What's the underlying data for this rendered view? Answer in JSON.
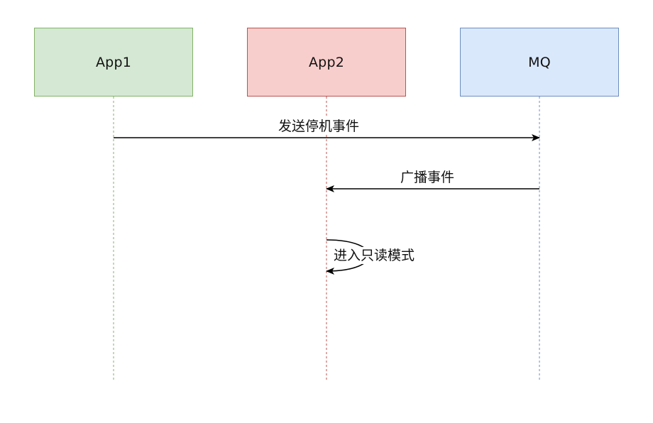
{
  "participants": [
    {
      "id": "app1",
      "label": "App1",
      "fill": "#d5e8d4",
      "stroke": "#82b366"
    },
    {
      "id": "app2",
      "label": "App2",
      "fill": "#f8cecc",
      "stroke": "#b85450"
    },
    {
      "id": "mq",
      "label": "MQ",
      "fill": "#dae8fc",
      "stroke": "#6c8ebf"
    }
  ],
  "messages": [
    {
      "from": "App1",
      "to": "MQ",
      "label": "发送停机事件"
    },
    {
      "from": "MQ",
      "to": "App2",
      "label": "广播事件"
    },
    {
      "from": "App2",
      "to": "App2",
      "label": "进入只读模式"
    }
  ],
  "colors": {
    "arrow": "#000000",
    "background": "#ffffff"
  }
}
